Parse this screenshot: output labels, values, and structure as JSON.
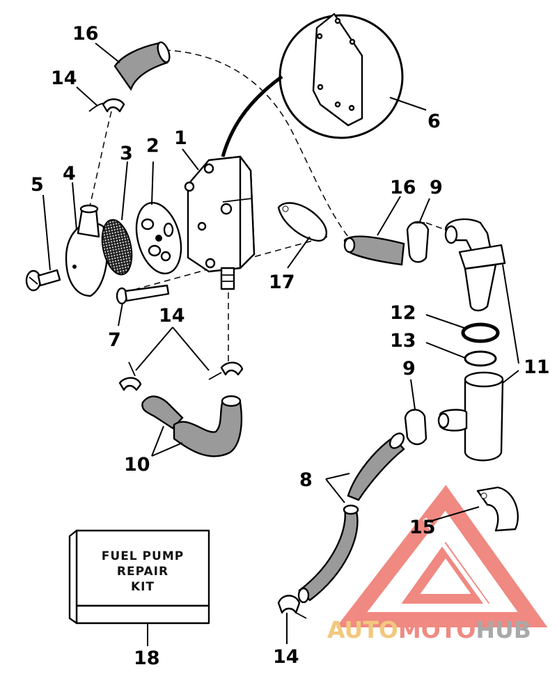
{
  "callouts": {
    "c1": "1",
    "c2": "2",
    "c3": "3",
    "c4": "4",
    "c5": "5",
    "c6": "6",
    "c7": "7",
    "c8": "8",
    "c9a": "9",
    "c9b": "9",
    "c10": "10",
    "c11": "11",
    "c12": "12",
    "c13": "13",
    "c14a": "14",
    "c14b": "14",
    "c14c": "14",
    "c15": "15",
    "c16a": "16",
    "c16b": "16",
    "c17": "17",
    "c18": "18"
  },
  "kit": {
    "line1": "FUEL PUMP",
    "line2": "REPAIR",
    "line3": "KIT"
  },
  "watermark": {
    "part1": "AUTO",
    "part2": "MOTO",
    "part3": "HUB"
  },
  "colors": {
    "wm_auto": "#f2c87e",
    "wm_moto": "#f08a82",
    "wm_hub": "#a9a9a9",
    "wm_logo": "#ee7d74"
  }
}
